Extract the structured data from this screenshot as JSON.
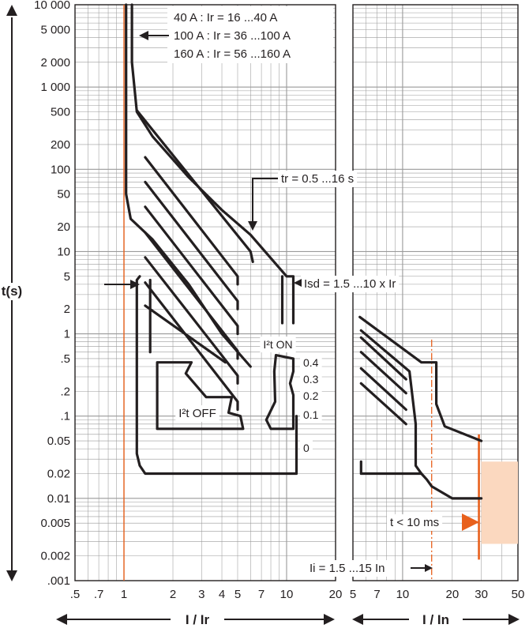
{
  "chart_data": {
    "type": "line",
    "y_axis": {
      "label": "t(s)",
      "scale": "log",
      "range": [
        0.001,
        10000
      ],
      "ticks": [
        {
          "value": 10000,
          "label": "10 000"
        },
        {
          "value": 5000,
          "label": "5 000"
        },
        {
          "value": 2000,
          "label": "2 000"
        },
        {
          "value": 1000,
          "label": "1 000"
        },
        {
          "value": 500,
          "label": "500"
        },
        {
          "value": 200,
          "label": "200"
        },
        {
          "value": 100,
          "label": "100"
        },
        {
          "value": 50,
          "label": "50"
        },
        {
          "value": 20,
          "label": "20"
        },
        {
          "value": 10,
          "label": "10"
        },
        {
          "value": 5,
          "label": "5"
        },
        {
          "value": 2,
          "label": "2"
        },
        {
          "value": 1,
          "label": "1"
        },
        {
          "value": 0.5,
          "label": ".5"
        },
        {
          "value": 0.2,
          "label": ".2"
        },
        {
          "value": 0.1,
          "label": ".1"
        },
        {
          "value": 0.05,
          "label": "0.05"
        },
        {
          "value": 0.02,
          "label": "0.02"
        },
        {
          "value": 0.01,
          "label": "0.01"
        },
        {
          "value": 0.005,
          "label": "0.005"
        },
        {
          "value": 0.002,
          "label": "0.002"
        },
        {
          "value": 0.001,
          "label": ".001"
        }
      ]
    },
    "left_panel": {
      "x_label": "I / Ir",
      "x_scale": "log",
      "x_range": [
        0.5,
        20
      ],
      "x_ticks": [
        {
          "value": 0.5,
          "label": ".5"
        },
        {
          "value": 0.7,
          "label": ".7"
        },
        {
          "value": 1,
          "label": "1"
        },
        {
          "value": 2,
          "label": "2"
        },
        {
          "value": 3,
          "label": "3"
        },
        {
          "value": 4,
          "label": "4"
        },
        {
          "value": 5,
          "label": "5"
        },
        {
          "value": 7,
          "label": "7"
        },
        {
          "value": 10,
          "label": "10"
        },
        {
          "value": 20,
          "label": "20"
        }
      ],
      "reference_line": {
        "x": 1,
        "color": "#e8601c"
      },
      "series": [
        {
          "id": "long-time-top",
          "points": [
            [
              1.12,
              10000
            ],
            [
              1.12,
              2000
            ],
            [
              1.2,
              500
            ],
            [
              1.5,
              250
            ],
            [
              2.5,
              80
            ],
            [
              4,
              32
            ],
            [
              6,
              16
            ],
            [
              10,
              5
            ],
            [
              11,
              5
            ],
            [
              11,
              1.35
            ]
          ]
        },
        {
          "id": "long-time-bottom",
          "points": [
            [
              1.03,
              10000
            ],
            [
              1.03,
              50
            ],
            [
              1.1,
              25
            ],
            [
              1.5,
              14
            ],
            [
              2.5,
              4
            ],
            [
              4,
              1
            ],
            [
              6,
              0.4
            ]
          ]
        },
        {
          "id": "long-time-tr-max",
          "points": [
            [
              1.2,
              520
            ],
            [
              6,
              10
            ],
            [
              6.2,
              7.5
            ]
          ]
        },
        {
          "id": "long-time-tr-step-1",
          "points": [
            [
              1.35,
              140
            ],
            [
              5,
              5
            ],
            [
              5,
              4
            ]
          ]
        },
        {
          "id": "long-time-tr-step-2",
          "points": [
            [
              1.35,
              70
            ],
            [
              5,
              2.5
            ],
            [
              5,
              2
            ]
          ]
        },
        {
          "id": "long-time-tr-step-3",
          "points": [
            [
              1.35,
              35
            ],
            [
              5,
              1.25
            ],
            [
              5,
              1
            ]
          ]
        },
        {
          "id": "long-time-tr-step-4",
          "points": [
            [
              1.35,
              17
            ],
            [
              5,
              0.62
            ],
            [
              5,
              0.5
            ]
          ]
        },
        {
          "id": "long-time-tr-step-5",
          "points": [
            [
              1.35,
              8.5
            ],
            [
              5,
              0.31
            ],
            [
              5,
              0.25
            ]
          ]
        },
        {
          "id": "long-time-tr-step-6",
          "points": [
            [
              1.35,
              4.2
            ],
            [
              5,
              0.15
            ],
            [
              5,
              0.12
            ]
          ]
        },
        {
          "id": "long-time-tr-min",
          "points": [
            [
              1.35,
              2.2
            ],
            [
              4.2,
              0.45
            ]
          ]
        },
        {
          "id": "isd-right-edge",
          "points": [
            [
              9.4,
              5
            ],
            [
              9.4,
              1.35
            ]
          ]
        },
        {
          "id": "short-time-envelope",
          "points": [
            [
              1.25,
              5
            ],
            [
              1.2,
              4.5
            ],
            [
              1.2,
              0.035
            ],
            [
              1.25,
              0.025
            ],
            [
              1.35,
              0.02
            ],
            [
              11.5,
              0.02
            ],
            [
              11.5,
              0.1
            ]
          ]
        },
        {
          "id": "short-time-inner",
          "points": [
            [
              1.45,
              4.5
            ],
            [
              1.45,
              0.6
            ]
          ]
        },
        {
          "id": "i2t-off-band",
          "points": [
            [
              1.6,
              0.45
            ],
            [
              2.6,
              0.45
            ],
            [
              2.4,
              0.33
            ],
            [
              3.2,
              0.17
            ],
            [
              4.6,
              0.17
            ],
            [
              4.4,
              0.11
            ],
            [
              5.2,
              0.1
            ],
            [
              5.4,
              0.07
            ],
            [
              1.6,
              0.07
            ],
            [
              1.6,
              0.45
            ]
          ]
        },
        {
          "id": "i2t-on-band",
          "points": [
            [
              8.6,
              0.55
            ],
            [
              11,
              0.5
            ],
            [
              11,
              0.35
            ],
            [
              10.5,
              0.25
            ],
            [
              11,
              0.18
            ],
            [
              11,
              0.07
            ],
            [
              8,
              0.07
            ],
            [
              7.5,
              0.09
            ],
            [
              8.5,
              0.15
            ],
            [
              8.4,
              0.35
            ],
            [
              8.6,
              0.55
            ]
          ]
        }
      ]
    },
    "right_panel": {
      "x_label": "I / In",
      "x_scale": "log",
      "x_range": [
        5,
        50
      ],
      "x_ticks": [
        {
          "value": 5,
          "label": "5"
        },
        {
          "value": 7,
          "label": "7"
        },
        {
          "value": 10,
          "label": "10"
        },
        {
          "value": 20,
          "label": "20"
        },
        {
          "value": 30,
          "label": "30"
        },
        {
          "value": 50,
          "label": "50"
        }
      ],
      "reference_line": {
        "x": 15,
        "color": "#e8601c",
        "style": "dash-dot"
      },
      "instantaneous_line": {
        "x": 29,
        "color": "#e8601c"
      },
      "shaded_zone": {
        "x_range": [
          30,
          50
        ],
        "y_range": [
          0.0028,
          0.028
        ],
        "color": "#fbd8bf"
      },
      "series": [
        {
          "id": "instantaneous-upper",
          "points": [
            [
              5.5,
              1.6
            ],
            [
              13,
              0.45
            ],
            [
              16,
              0.45
            ],
            [
              16,
              0.14
            ],
            [
              18,
              0.075
            ],
            [
              30,
              0.05
            ]
          ]
        },
        {
          "id": "instantaneous-lower",
          "points": [
            [
              5.6,
              0.028
            ],
            [
              5.6,
              0.02
            ],
            [
              13,
              0.02
            ],
            [
              14,
              0.017
            ],
            [
              15,
              0.014
            ],
            [
              20,
              0.01
            ],
            [
              30,
              0.01
            ]
          ]
        },
        {
          "id": "instantaneous-band",
          "points": [
            [
              5.6,
              1.1
            ],
            [
              11,
              0.35
            ],
            [
              12,
              0.08
            ],
            [
              12,
              0.025
            ],
            [
              13,
              0.02
            ]
          ]
        },
        {
          "id": "instantaneous-step-1",
          "points": [
            [
              5.6,
              0.9
            ],
            [
              10.5,
              0.28
            ]
          ]
        },
        {
          "id": "instantaneous-step-2",
          "points": [
            [
              5.6,
              0.6
            ],
            [
              10.5,
              0.19
            ]
          ]
        },
        {
          "id": "instantaneous-step-3",
          "points": [
            [
              5.6,
              0.38
            ],
            [
              10.5,
              0.12
            ]
          ]
        },
        {
          "id": "instantaneous-step-4",
          "points": [
            [
              5.6,
              0.25
            ],
            [
              10.5,
              0.08
            ]
          ]
        }
      ]
    },
    "annotations": [
      {
        "id": "ir-range-40",
        "text": "40 A : Ir = 16 ...40 A"
      },
      {
        "id": "ir-range-100",
        "text": "100 A : Ir = 36 ...100 A"
      },
      {
        "id": "ir-range-160",
        "text": "160 A : Ir = 56 ...160 A"
      },
      {
        "id": "tr-range",
        "text": "tr = 0.5 ...16 s"
      },
      {
        "id": "isd-range",
        "text": "Isd = 1.5 ...10 x Ir"
      },
      {
        "id": "i2t-on",
        "text": "I²t ON"
      },
      {
        "id": "i2t-off",
        "text": "I²t OFF"
      },
      {
        "id": "tsd-04",
        "text": "0.4"
      },
      {
        "id": "tsd-03",
        "text": "0.3"
      },
      {
        "id": "tsd-02",
        "text": "0.2"
      },
      {
        "id": "tsd-01",
        "text": "0.1"
      },
      {
        "id": "tsd-0",
        "text": "0"
      },
      {
        "id": "time-limit",
        "text": "t < 10 ms"
      },
      {
        "id": "ii-range",
        "text": "Ii = 1.5 ...15 In"
      }
    ],
    "colors": {
      "curve": "#231f20",
      "grid": "#9a9a9a",
      "accent": "#e8601c",
      "zone": "#fbd8bf"
    }
  }
}
